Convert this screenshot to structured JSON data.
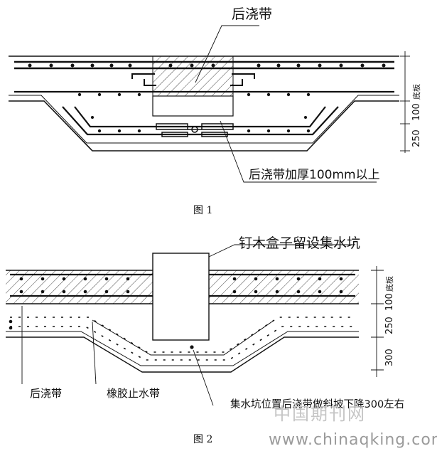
{
  "figure1": {
    "label_top": "后浇带",
    "label_bottom": "后浇带加厚100mm以上",
    "dim_250": "250",
    "dim_100": "100",
    "dim_base": "底板",
    "caption": "图 1"
  },
  "figure2": {
    "label_top": "钉木盒子留设集水坑",
    "label_left": "后浇带",
    "label_mid": "橡胶止水带",
    "label_right": "集水坑位置后浇带做斜坡下降300左右",
    "dim_300": "300",
    "dim_250": "250",
    "dim_100": "100",
    "dim_base": "底板",
    "caption": "图 2"
  },
  "watermark": {
    "site": "www.chinaqking.com",
    "cn": "中国期刊网"
  },
  "colors": {
    "ink": "#111111",
    "watermark": "#9a9a9a"
  }
}
